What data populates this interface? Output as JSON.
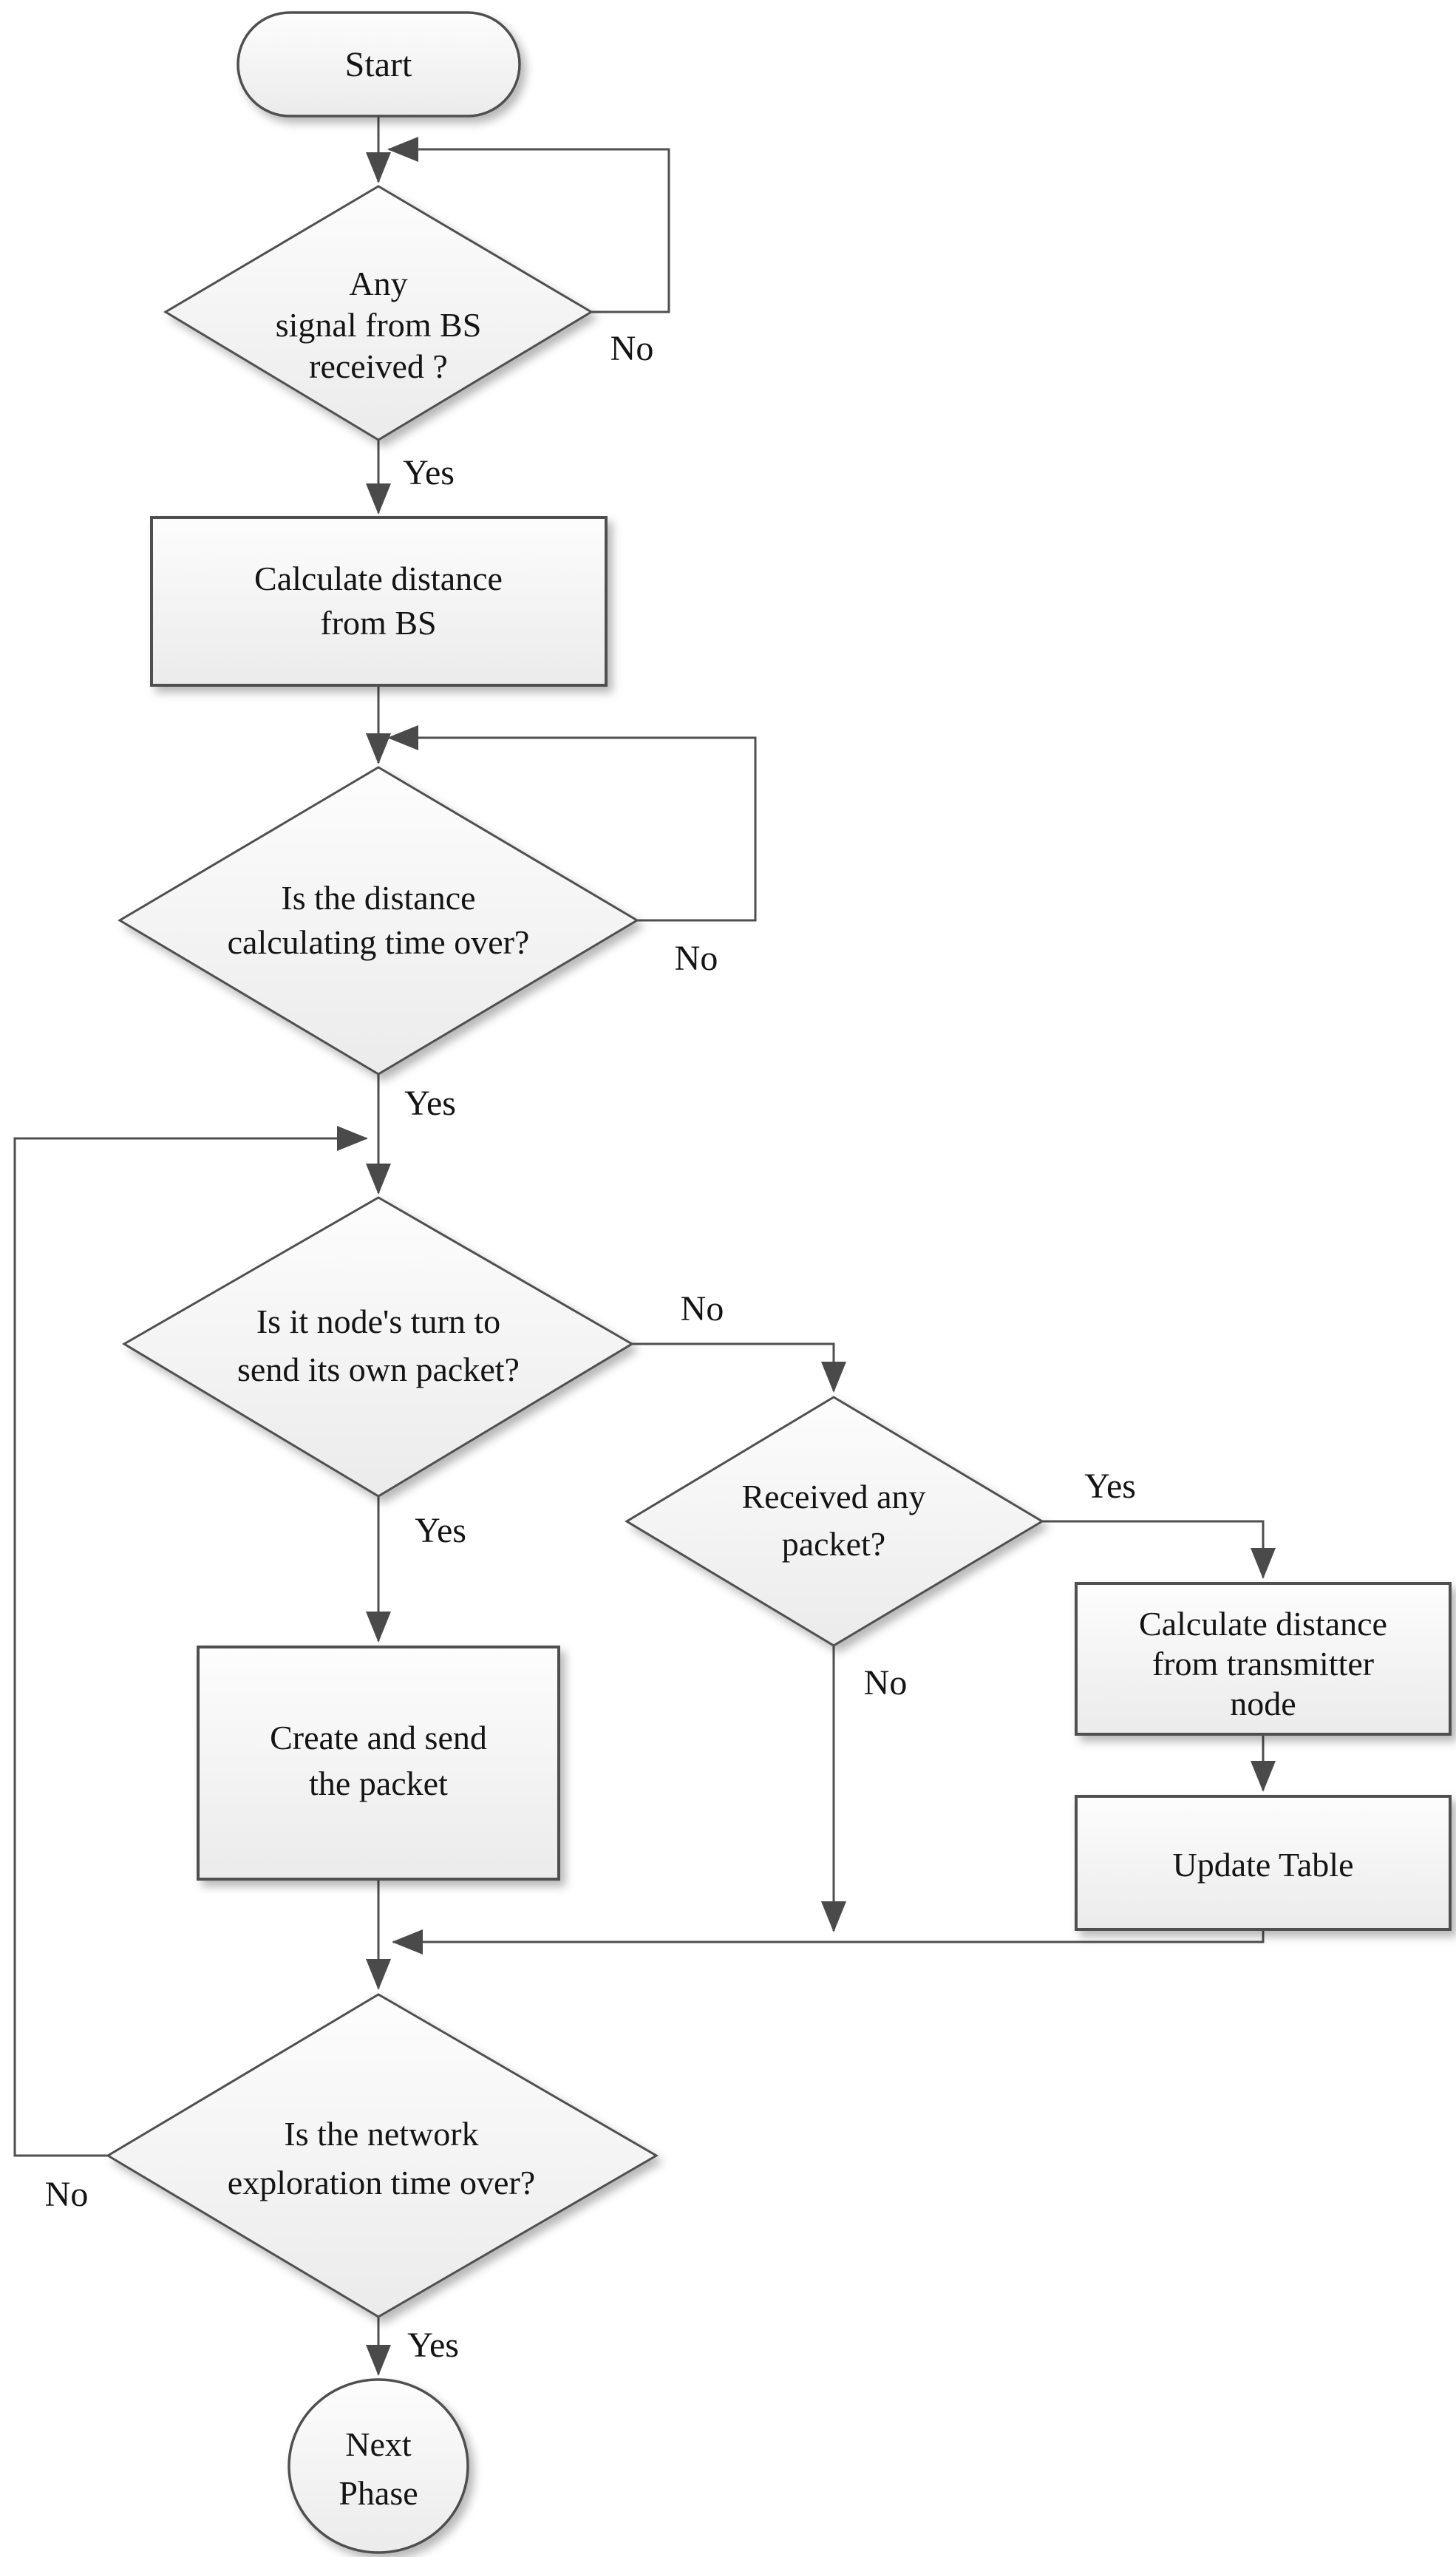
{
  "diagram": {
    "type": "flowchart",
    "colors": {
      "stroke": "#4f4f4f",
      "arrowhead": "#4a4a4a",
      "shape_fill_top": "#fdfdfd",
      "shape_fill_bottom": "#ebebeb",
      "text": "#141414",
      "background": "#ffffff"
    },
    "nodes": {
      "start": {
        "type": "terminator",
        "lines": [
          "Start"
        ]
      },
      "signal": {
        "type": "decision",
        "lines": [
          "Any",
          "signal from BS",
          "received ?"
        ]
      },
      "calc_bs": {
        "type": "process",
        "lines": [
          "Calculate distance",
          "from BS"
        ]
      },
      "calc_time": {
        "type": "decision",
        "lines": [
          "Is the distance",
          "calculating time over?"
        ]
      },
      "turn": {
        "type": "decision",
        "lines": [
          "Is it node's turn to",
          "send its own packet?"
        ]
      },
      "create_send": {
        "type": "process",
        "lines": [
          "Create and send",
          "the packet"
        ]
      },
      "received": {
        "type": "decision",
        "lines": [
          "Received any",
          "packet?"
        ]
      },
      "calc_tx": {
        "type": "process",
        "lines": [
          "Calculate distance",
          "from transmitter",
          "node"
        ]
      },
      "update_table": {
        "type": "process",
        "lines": [
          "Update Table"
        ]
      },
      "network_time": {
        "type": "decision",
        "lines": [
          "Is the network",
          "exploration time over?"
        ]
      },
      "next_phase": {
        "type": "terminator",
        "lines": [
          "Next",
          "Phase"
        ]
      }
    },
    "edge_labels": {
      "signal_no": "No",
      "signal_yes": "Yes",
      "calc_no": "No",
      "calc_yes": "Yes",
      "turn_no": "No",
      "turn_yes": "Yes",
      "recv_yes": "Yes",
      "recv_no": "No",
      "network_no": "No",
      "network_yes": "Yes"
    }
  }
}
